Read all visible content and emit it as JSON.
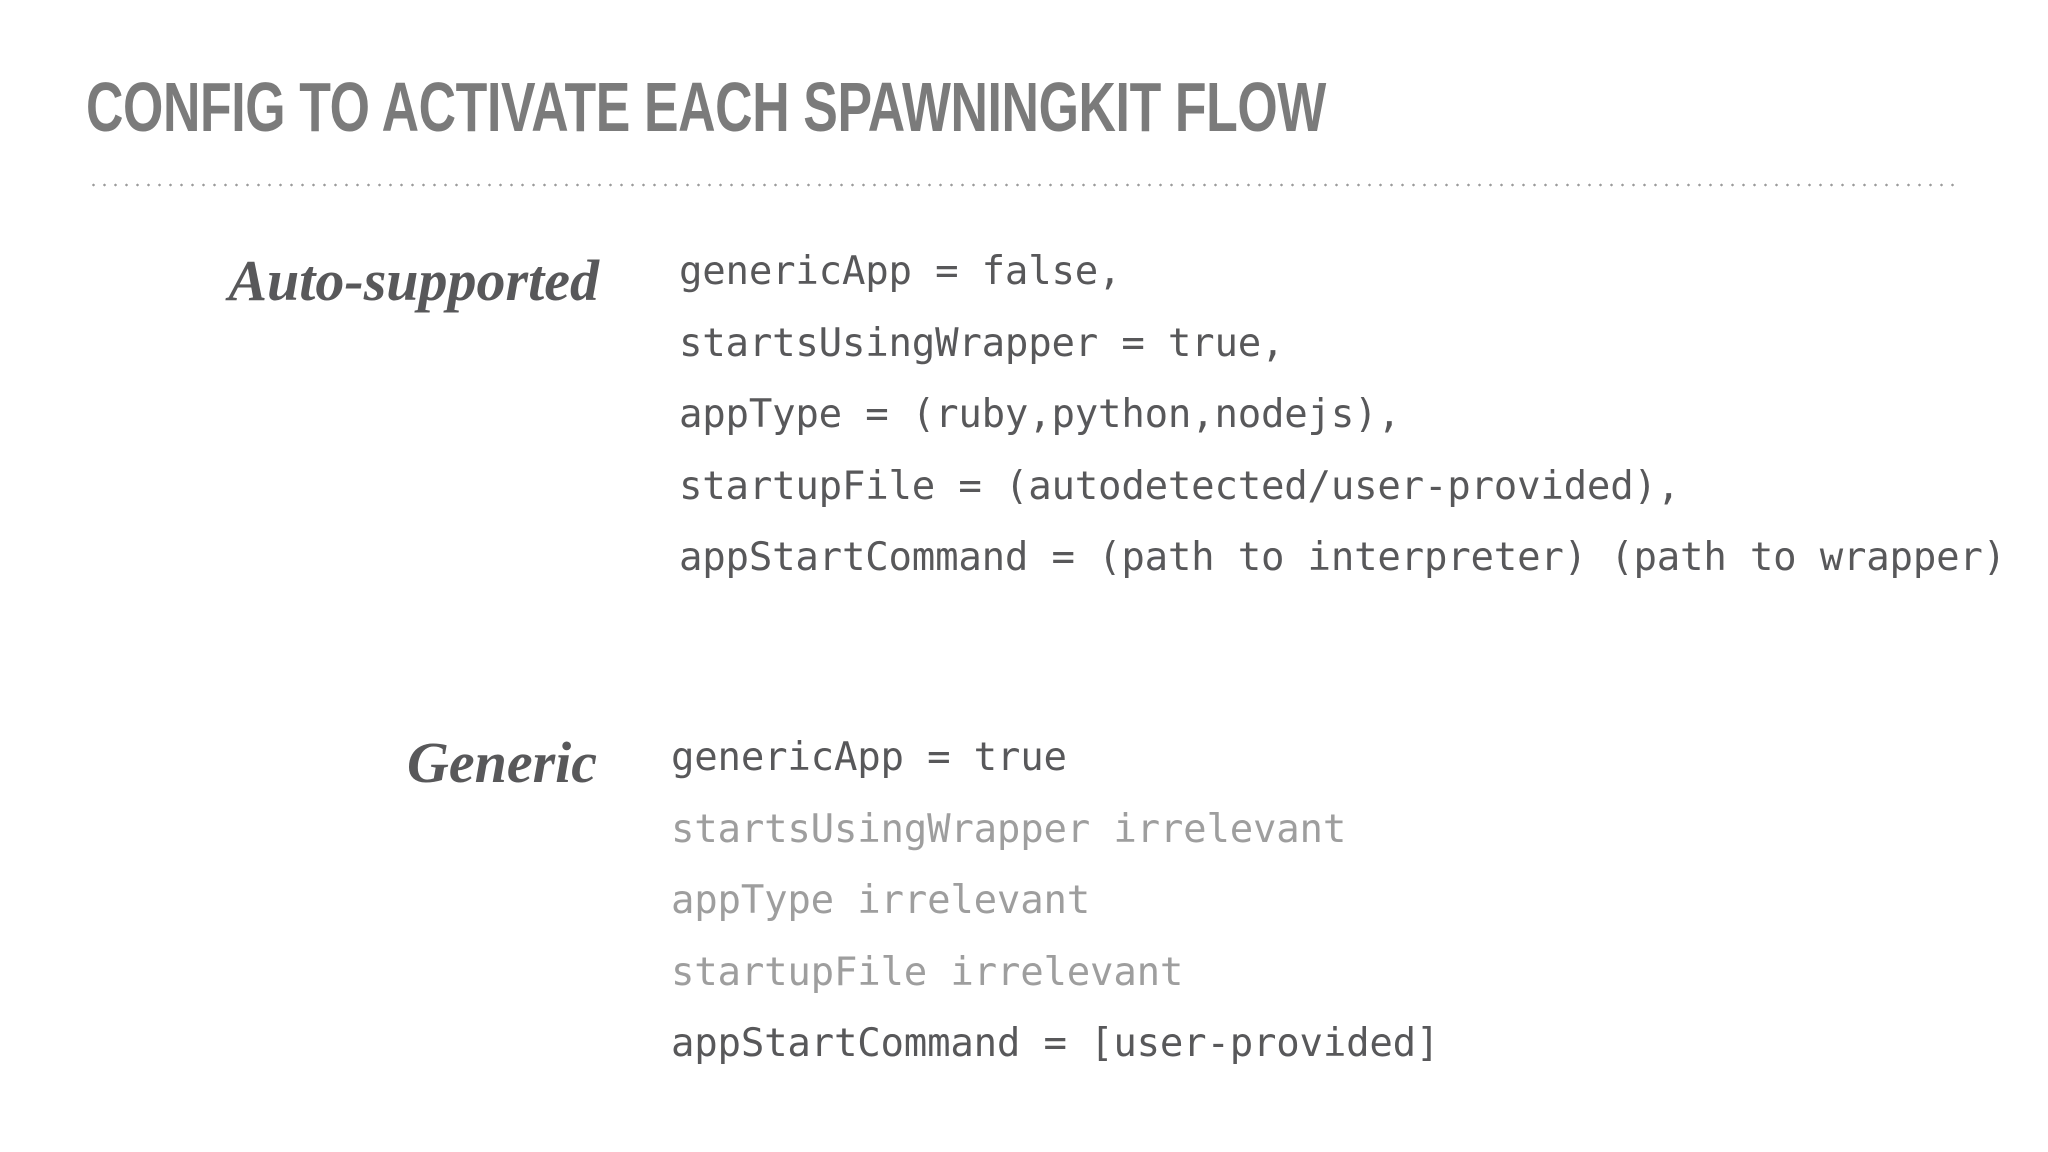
{
  "slide": {
    "title": "Config to activate each SpawningKit flow",
    "background_color": "#ffffff",
    "title_color": "#7b7b7b",
    "body_color": "#58585a",
    "muted_color": "#9e9e9e",
    "rule_color": "#9b9b9b"
  },
  "flows": [
    {
      "label": "Auto-supported",
      "lines": [
        {
          "text": "genericApp = false,",
          "muted": false
        },
        {
          "text": "startsUsingWrapper = true,",
          "muted": false
        },
        {
          "text": "appType = (ruby,python,nodejs),",
          "muted": false
        },
        {
          "text": "startupFile = (autodetected/user-provided),",
          "muted": false
        },
        {
          "text": "appStartCommand = (path to interpreter) (path to wrapper)",
          "muted": false
        }
      ]
    },
    {
      "label": "Generic",
      "lines": [
        {
          "text": "genericApp = true",
          "muted": false
        },
        {
          "text": "startsUsingWrapper irrelevant",
          "muted": true
        },
        {
          "text": "appType irrelevant",
          "muted": true
        },
        {
          "text": "startupFile irrelevant",
          "muted": true
        },
        {
          "text": "appStartCommand = [user-provided]",
          "muted": false
        }
      ]
    }
  ]
}
